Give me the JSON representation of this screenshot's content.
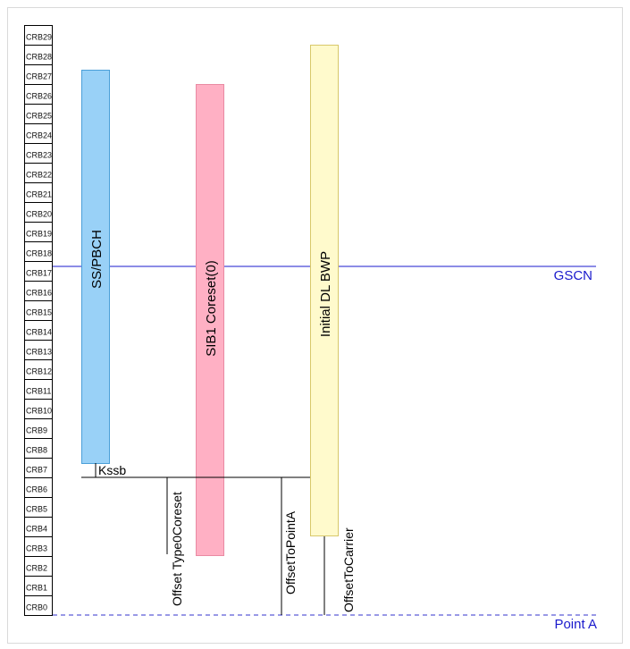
{
  "crb_labels": [
    "CRB0",
    "CRB1",
    "CRB2",
    "CRB3",
    "CRB4",
    "CRB5",
    "CRB6",
    "CRB7",
    "CRB8",
    "CRB9",
    "CRB10",
    "CRB11",
    "CRB12",
    "CRB13",
    "CRB14",
    "CRB15",
    "CRB16",
    "CRB17",
    "CRB18",
    "CRB19",
    "CRB20",
    "CRB21",
    "CRB22",
    "CRB23",
    "CRB24",
    "CRB25",
    "CRB26",
    "CRB27",
    "CRB28",
    "CRB29"
  ],
  "blocks": {
    "ssb": {
      "label": "SS/PBCH",
      "fill": "#99d1f7",
      "stroke": "#4a9fd8"
    },
    "coreset": {
      "label": "SIB1 Coreset(0)",
      "fill": "#ffb0c4",
      "stroke": "#e98aa3"
    },
    "bwp": {
      "label": "Initial DL BWP",
      "fill": "#fffacc",
      "stroke": "#d8c86a"
    }
  },
  "lines": {
    "gscn": {
      "label": "GSCN",
      "color": "#1a1acc"
    },
    "point_a": {
      "label": "Point A",
      "color": "#3333cc"
    }
  },
  "offsets": {
    "kssb": "Kssb",
    "type0": "Offset Type0Coreset",
    "point_a": "OffsetToPointA",
    "carrier": "OffsetToCarrier"
  }
}
